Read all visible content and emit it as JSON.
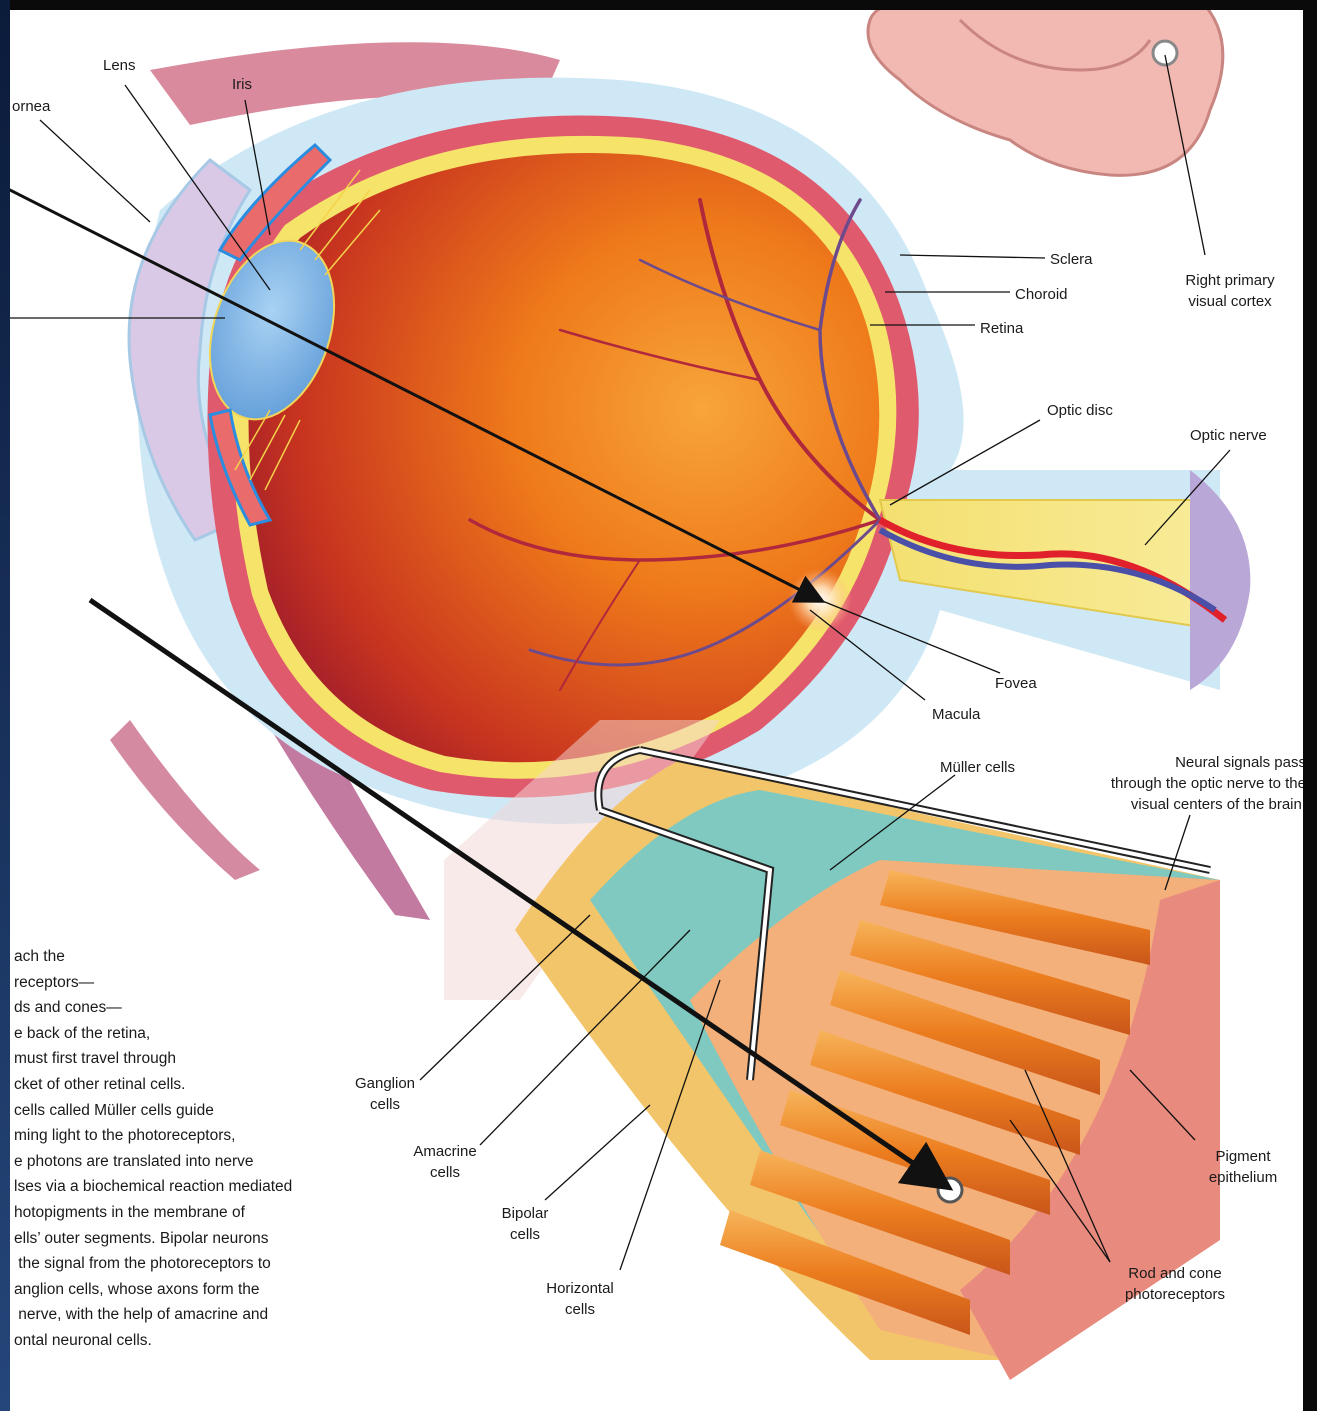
{
  "labels": {
    "cornea": "ornea",
    "lens": "Lens",
    "iris": "Iris",
    "sclera": "Sclera",
    "choroid": "Choroid",
    "retina": "Retina",
    "right_cortex": "Right primary\nvisual cortex",
    "optic_disc": "Optic disc",
    "optic_nerve": "Optic nerve",
    "fovea": "Fovea",
    "macula": "Macula",
    "muller": "Müller cells",
    "neural_signals": "Neural signals pass\nthrough the optic nerve to the\nvisual centers of the brain.",
    "ganglion": "Ganglion\ncells",
    "amacrine": "Amacrine\ncells",
    "bipolar": "Bipolar\ncells",
    "horizontal": "Horizontal\ncells",
    "pigment": "Pigment\nepithelium",
    "rod_cone": "Rod and cone\nphotoreceptors"
  },
  "caption": "ach the\nreceptors—\nds and cones—\ne back of the retina,\nmust first travel through\ncket of other retinal cells.\ncells called Müller cells guide\nming light to the photoreceptors,\ne photons are translated into nerve\nlses via a biochemical reaction mediated\nhotopigments in the membrane of\nells’ outer segments. Bipolar neurons\n the signal from the photoreceptors to\nanglion cells, whose axons form the\n nerve, with the help of amacrine and\nontal neuronal cells.",
  "colors": {
    "sclera": "#cfe8f5",
    "choroid": "#e05a6e",
    "retina": "#f6e36a",
    "interior_light": "#f08a1c",
    "interior_dark": "#8e1330",
    "lens": "#7fb6e6",
    "brain": "#f2b8b2",
    "muller": "#7fc9c0",
    "photoreceptor": "#f29335"
  }
}
